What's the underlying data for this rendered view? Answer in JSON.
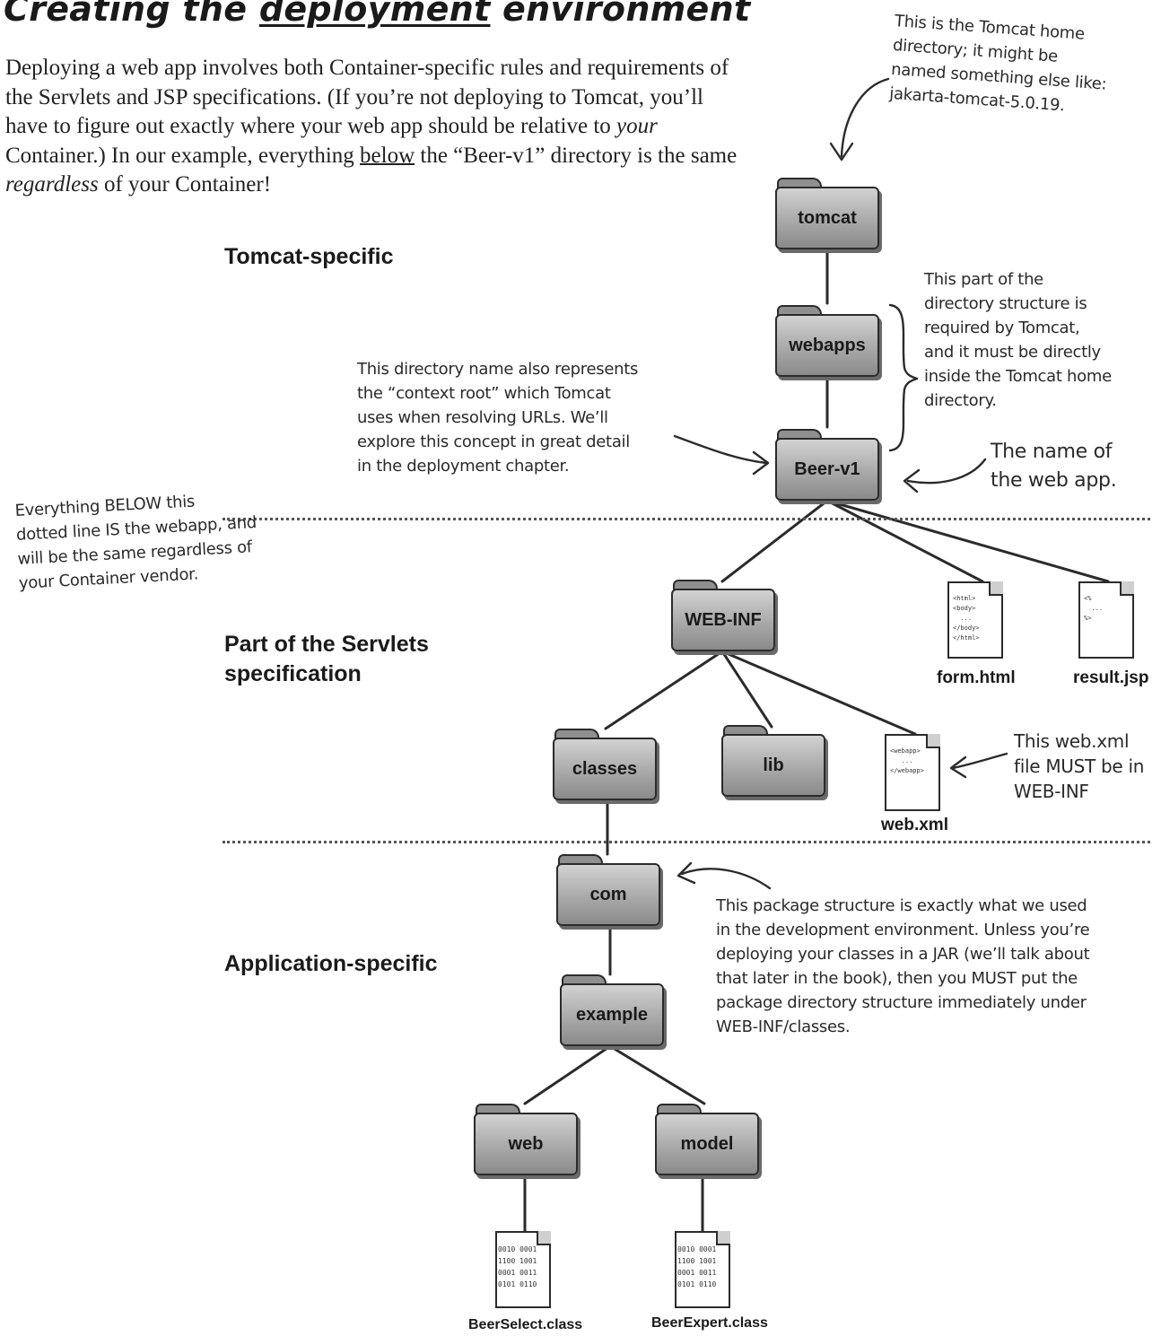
{
  "header": {
    "title_pre": "Creating the ",
    "title_underlined": "deployment",
    "title_post": " environment"
  },
  "intro": {
    "s1": "Deploying a web app involves both Container-specific rules and requirements of the Servlets and JSP specifications. (If you’re not deploying to Tomcat, you’ll have to figure out exactly where your web app should be relative to ",
    "s2_em": "your",
    "s3": " Container.) In our example, everything ",
    "s4_u": "below",
    "s5": " the “Beer-v1” directory is the same ",
    "s6_em": "regardless",
    "s7": " of your Container!"
  },
  "sections": {
    "tomcat_specific": "Tomcat-specific",
    "servlets_spec": "Part of the Servlets\nspecification",
    "app_specific": "Application-specific"
  },
  "annotations": {
    "tomcat_home": "This is the Tomcat home\ndirectory; it might be\nnamed something else like:\njakarta-tomcat-5.0.19.",
    "required_by_tomcat": "This part of the\ndirectory structure is\nrequired by Tomcat,\nand it must be directly\ninside the Tomcat home\ndirectory.",
    "context_root": "This directory name also represents\nthe “context root” which Tomcat\nuses when resolving URLs.  We’ll\nexplore this concept in great detail\nin the deployment chapter.",
    "webapp_name": "The name of\nthe web app.",
    "below_line": "Everything BELOW this\ndotted line IS the webapp, and\nwill be the same regardless of\nyour Container vendor.",
    "webxml_note": "This web.xml\nfile MUST be in\nWEB-INF",
    "package_note": "This package structure is exactly what we used\nin the development environment. Unless you’re\ndeploying your classes in a JAR (we’ll talk about\nthat later in the book), then you MUST put the\npackage directory structure immediately under\nWEB-INF/classes."
  },
  "folders": {
    "tomcat": "tomcat",
    "webapps": "webapps",
    "beer_v1": "Beer-v1",
    "web_inf": "WEB-INF",
    "classes": "classes",
    "lib": "lib",
    "com": "com",
    "example": "example",
    "web": "web",
    "model": "model"
  },
  "files": {
    "form_html": {
      "name": "form.html",
      "content": "<html>\n<body>\n  ...\n</body>\n</html>"
    },
    "result_jsp": {
      "name": "result.jsp",
      "content": "<%\n  ...\n%>"
    },
    "web_xml": {
      "name": "web.xml",
      "content": "<webapp>\n   ...\n</webapp>"
    },
    "beer_select": {
      "name": "BeerSelect.class",
      "content": "0010 0001\n1100 1001\n0001 0011\n0101 0110"
    },
    "beer_expert": {
      "name": "BeerExpert.class",
      "content": "0010 0001\n1100 1001\n0001 0011\n0101 0110"
    }
  }
}
